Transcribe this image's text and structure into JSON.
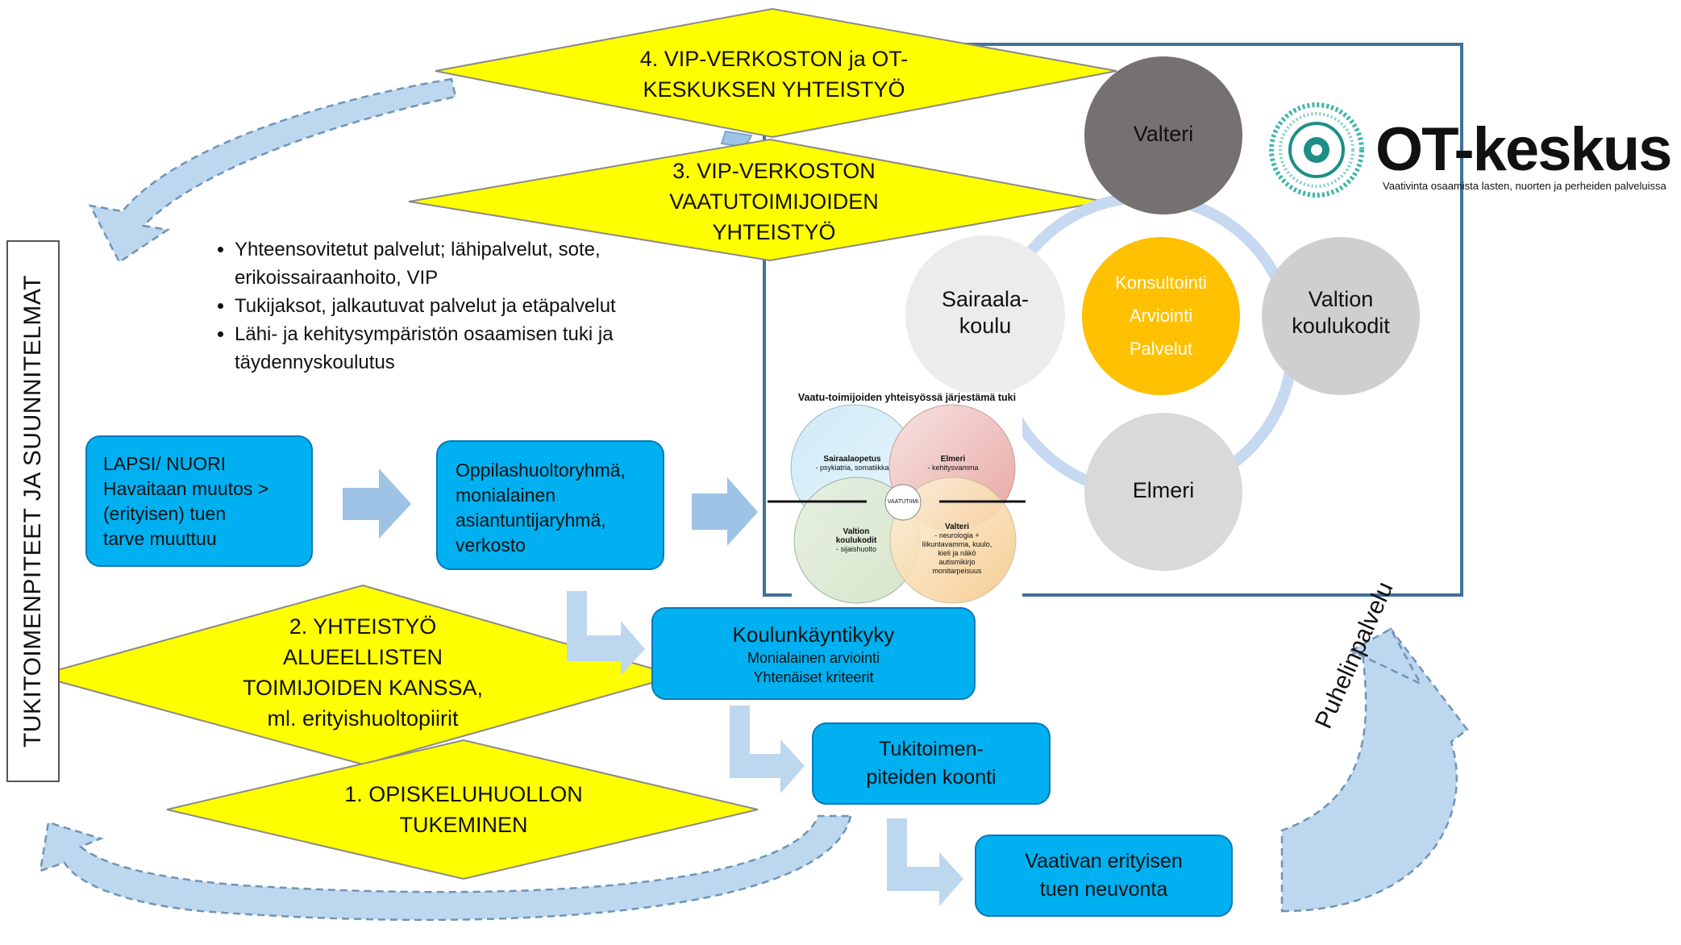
{
  "sidebar_label": "TUKITOIMENPITEET JA SUUNNITELMAT",
  "diamonds": {
    "d4": [
      "4. VIP-VERKOSTON ja OT-",
      "KESKUKSEN YHTEISTYÖ"
    ],
    "d3": [
      "3. VIP-VERKOSTON",
      "VAATUTOIMIJOIDEN",
      "YHTEISTYÖ"
    ],
    "d2": [
      "2. YHTEISTYÖ",
      "ALUEELLISTEN",
      "TOIMIJOIDEN KANSSA,",
      "ml. erityishuoltopiirit"
    ],
    "d1": [
      "1. OPISKELUHUOLLON",
      "TUKEMINEN"
    ]
  },
  "bullets": [
    "Yhteensovitetut palvelut; lähipalvelut, sote, erikoissairaanhoito,  VIP",
    "Tukijaksot, jalkautuvat palvelut ja etäpalvelut",
    "Lähi- ja kehitysympäristön osaamisen tuki ja täydennyskoulutus"
  ],
  "boxes": {
    "lapsi": [
      "LAPSI/ NUORI",
      "Havaitaan muutos >",
      "(erityisen) tuen",
      "tarve muuttuu"
    ],
    "oppilas": [
      "Oppilashuoltoryhmä,",
      "monialainen",
      "asiantuntijaryhmä,",
      "verkosto"
    ],
    "koulu_title": "Koulunkäyntikyky",
    "koulu_lines": [
      "Monialainen arviointi",
      "Yhtenäiset kriteerit"
    ],
    "tuki": [
      "Tukitoimen-",
      "piteiden koonti"
    ],
    "vaativan": [
      "Vaativan erityisen",
      "tuen neuvonta"
    ]
  },
  "circles": {
    "valteri": "Valteri",
    "sairaala": [
      "Sairaala-",
      "koulu"
    ],
    "konsultointi": [
      "Konsultointi",
      "Arviointi",
      "Palvelut"
    ],
    "valtion": [
      "Valtion",
      "koulukodit"
    ],
    "elmeri": "Elmeri"
  },
  "inset": {
    "title": "Vaatu-toimijoiden yhteisyössä järjestämä tuki",
    "sairaalaopetus": "Sairaalaopetus",
    "sairaalaopetus_sub": "-  psykiatria, somatiikka",
    "elmeri": "Elmeri",
    "elmeri_sub": "- kehitysvamma",
    "center": "VAATUTIIMI",
    "valtion": [
      "Valtion",
      "koulukodit"
    ],
    "valtion_sub": "- sijaishuolto",
    "valteri": "Valteri",
    "valteri_sub": [
      "- neurologia +",
      "liikuntavamma, kuulo,",
      "kieli ja näkö",
      "autismikirjo",
      "monitarpeisuus"
    ]
  },
  "logo": {
    "title": "OT-keskus",
    "subtitle": "Vaativinta osaamista lasten, nuorten ja perheiden palveluissa"
  },
  "phone_label": "Puhelinpalvelu",
  "colors": {
    "diamond": "#ffff00",
    "box": "#00b0f0",
    "ring": "#c6d9f1",
    "arrow": "#9dc3e6",
    "konsultointi": "#ffc000",
    "valteri_circle": "#767171",
    "grey_circle": "#d9d9d9",
    "sairaala_circle": "#ececec",
    "frame": "#41719c"
  }
}
